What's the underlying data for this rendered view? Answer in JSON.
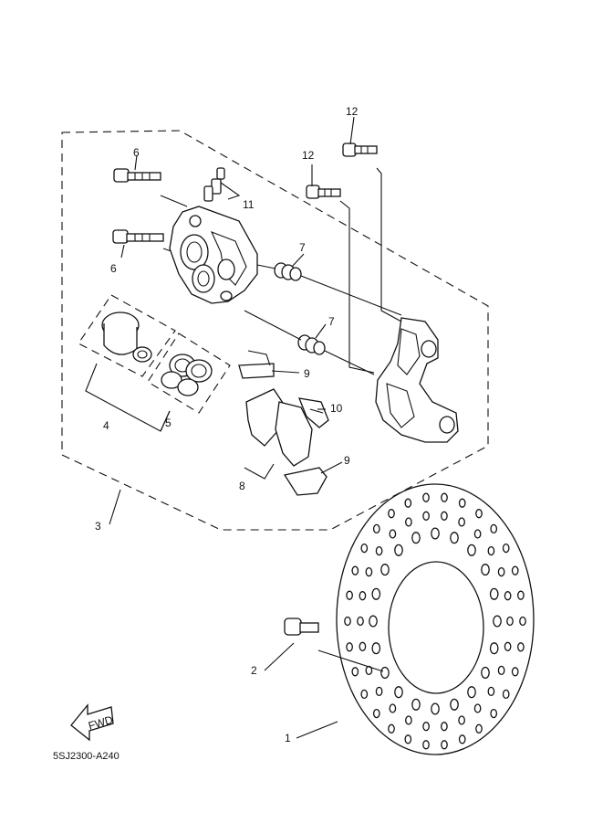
{
  "diagram": {
    "drawing_code": "5SJ2300-A240",
    "fwd_label": "FWD",
    "callouts": {
      "n1": "1",
      "n2": "2",
      "n3": "3",
      "n4": "4",
      "n5": "5",
      "n6a": "6",
      "n6b": "6",
      "n7a": "7",
      "n7b": "7",
      "n8": "8",
      "n9a": "9",
      "n9b": "9",
      "n10": "10",
      "n11": "11",
      "n12a": "12",
      "n12b": "12"
    }
  }
}
